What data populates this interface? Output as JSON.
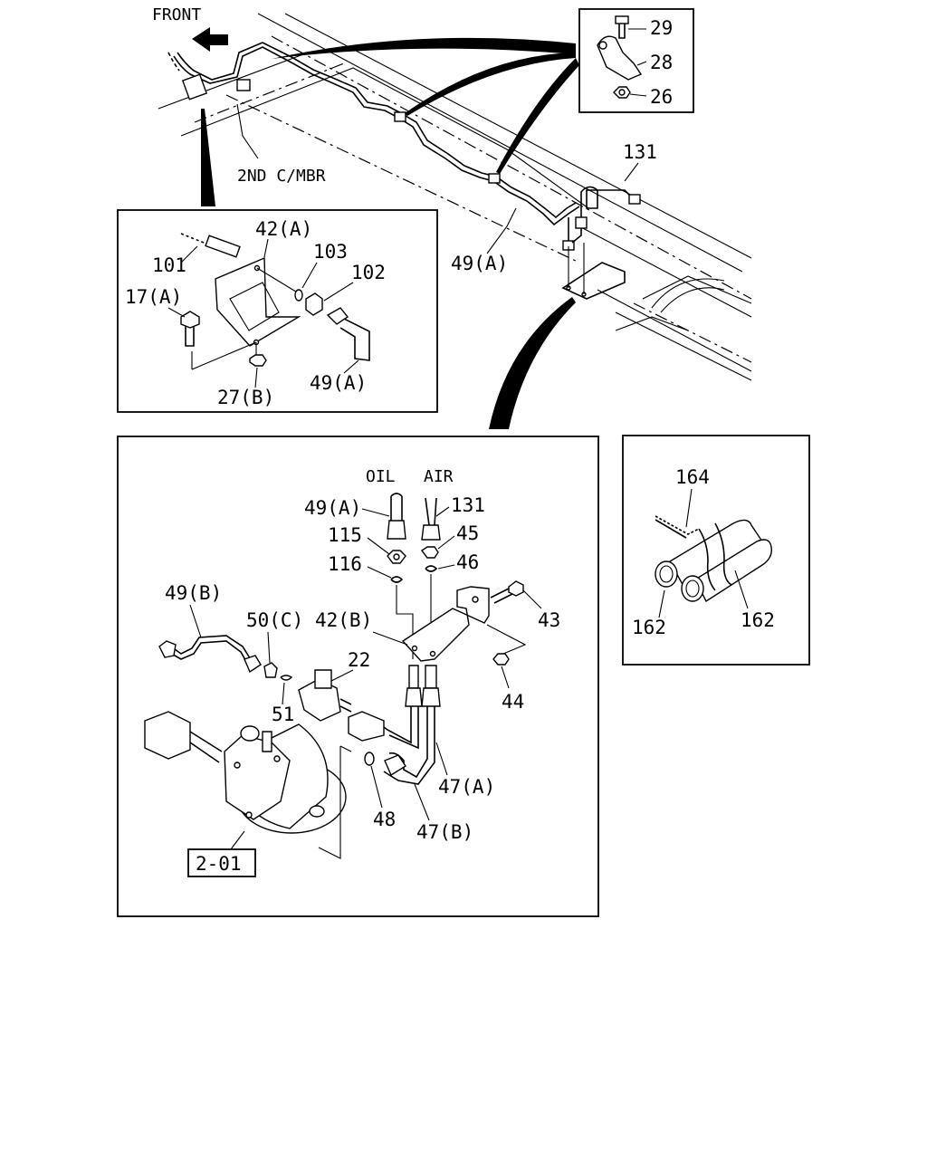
{
  "direction_label": "FRONT",
  "member_label": "2ND C/MBR",
  "clip_inset": {
    "labels": [
      "29",
      "28",
      "26"
    ]
  },
  "main_labels": {
    "pipe_49a": "49(A)",
    "hose_131": "131"
  },
  "bracket_inset": {
    "labels": [
      "42(A)",
      "101",
      "103",
      "102",
      "17(A)",
      "49(A)",
      "27(B)"
    ]
  },
  "connection_inset": {
    "oil_label": "OIL",
    "air_label": "AIR",
    "labels": [
      "49(A)",
      "131",
      "115",
      "45",
      "116",
      "46",
      "49(B)",
      "50(C)",
      "42(B)",
      "43",
      "22",
      "51",
      "44",
      "47(A)",
      "48",
      "47(B)"
    ],
    "reference_box": "2-01"
  },
  "clamp_inset": {
    "labels": [
      "164",
      "162",
      "162"
    ]
  }
}
